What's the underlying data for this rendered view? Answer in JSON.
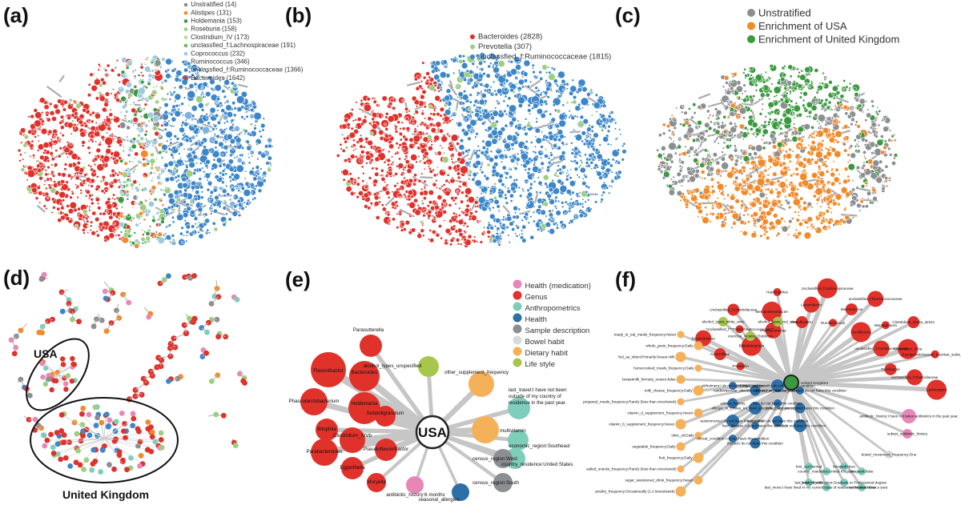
{
  "colors": {
    "red": "#e0312b",
    "blue": "#3d87c9",
    "gray": "#8c8f91",
    "green": "#3a9b3e",
    "lightgreen": "#9dcf7f",
    "orange": "#f28a2a",
    "teal": "#7fcdbb",
    "pink": "#e986b8",
    "lightgray": "#d9dadb",
    "peach": "#f5b15a",
    "olive": "#a6c64c",
    "darkblue": "#2f6fa8"
  },
  "panel_labels": [
    "(a)",
    "(b)",
    "(c)",
    "(d)",
    "(e)",
    "(f)"
  ],
  "panel_a": {
    "legend": [
      {
        "label": "Unstratified (14)",
        "color": "#8c8f91"
      },
      {
        "label": "Alistipes (131)",
        "color": "#f28a2a"
      },
      {
        "label": "Holdemania (153)",
        "color": "#3a9b3e"
      },
      {
        "label": "Roseburia (158)",
        "color": "#9dcf7f"
      },
      {
        "label": "Clostridium_IV (173)",
        "color": "#b3de9a"
      },
      {
        "label": "unclassfied_f:Lachnospiraceae (191)",
        "color": "#6cbb58"
      },
      {
        "label": "Coprococcus (232)",
        "color": "#9ecae1"
      },
      {
        "label": "Ruminococcus (346)",
        "color": "#7fb2de"
      },
      {
        "label": "unclassfied_f:Ruminococcaceae (1366)",
        "color": "#3d87c9"
      },
      {
        "label": "Bacteroides (1642)",
        "color": "#e0312b"
      }
    ]
  },
  "panel_b": {
    "legend": [
      {
        "label": "Bacteroides (2828)",
        "color": "#e0312b"
      },
      {
        "label": "Prevotella (307)",
        "color": "#9dcf7f"
      },
      {
        "label": "unclassfied_f:Ruminococcaceae (1815)",
        "color": "#3d87c9"
      }
    ]
  },
  "panel_c": {
    "legend": [
      {
        "label": "Unstratified",
        "color": "#8c8f91"
      },
      {
        "label": "Enrichment of USA",
        "color": "#f28a2a"
      },
      {
        "label": "Enrichment of United Kingdom",
        "color": "#3a9b3e"
      }
    ]
  },
  "panel_d": {
    "group_usa": "USA",
    "group_uk": "United Kingdom"
  },
  "panel_e": {
    "legend": [
      {
        "label": "Health (medication)",
        "color": "#e986b8"
      },
      {
        "label": "Genus",
        "color": "#e0312b"
      },
      {
        "label": "Anthropometrics",
        "color": "#7fcdbb"
      },
      {
        "label": "Health",
        "color": "#2f6fa8"
      },
      {
        "label": "Sample description",
        "color": "#8c8f91"
      },
      {
        "label": "Bowel habit",
        "color": "#d9dadb"
      },
      {
        "label": "Dietary habit",
        "color": "#f5b15a"
      },
      {
        "label": "Life style",
        "color": "#a6c64c"
      }
    ],
    "hub": "USA",
    "nodes": [
      {
        "label": "Parasutterella",
        "color": "#e0312b"
      },
      {
        "label": "Bacteroides",
        "color": "#e0312b"
      },
      {
        "label": "Flavonifractor",
        "color": "#e0312b"
      },
      {
        "label": "Holdemania",
        "color": "#e0312b"
      },
      {
        "label": "Phascolarctobacterium",
        "color": "#e0312b"
      },
      {
        "label": "Subdoligranulum",
        "color": "#e0312b"
      },
      {
        "label": "Bilophila",
        "color": "#e0312b"
      },
      {
        "label": "Clostridium_XIVb",
        "color": "#e0312b"
      },
      {
        "label": "Parabacteroides",
        "color": "#e0312b"
      },
      {
        "label": "Pseudoflavonifractor",
        "color": "#e0312b"
      },
      {
        "label": "Eggerthella",
        "color": "#e0312b"
      },
      {
        "label": "Moryella",
        "color": "#e0312b"
      },
      {
        "label": "alcohol_types_unspecified",
        "color": "#a6c64c"
      },
      {
        "label": "other_supplement_frequency",
        "color": "#f5b15a"
      },
      {
        "label": "multivitamin",
        "color": "#f5b15a"
      },
      {
        "label": "last_travel:I have not been outside of my country of residence in the past year.",
        "color": "#7fcdbb"
      },
      {
        "label": "economic_region:Southeast",
        "color": "#7fcdbb"
      },
      {
        "label": "country_residence:United States",
        "color": "#7fcdbb"
      },
      {
        "label": "census_region:West",
        "color": "#8c8f91"
      },
      {
        "label": "census_region:South",
        "color": "#8c8f91"
      },
      {
        "label": "seasonal_allergies",
        "color": "#2f6fa8"
      },
      {
        "label": "antibiotic_history:6 months",
        "color": "#e986b8"
      }
    ]
  },
  "panel_f": {
    "hub": "United Kingdom",
    "nodes": [
      {
        "label": "Prevotella",
        "color": "#e0312b"
      },
      {
        "label": "Anaerofilum",
        "color": "#e0312b"
      },
      {
        "label": "Butyricimonas",
        "color": "#e0312b"
      },
      {
        "label": "Bifidobacterium",
        "color": "#e0312b"
      },
      {
        "label": "\"unclassified_f:\"\"Peptostreptococcaceae\"\"",
        "color": "#e0312b"
      },
      {
        "label": "Unclassified_f:Clostridiaceae",
        "color": "#e0312b"
      },
      {
        "label": "Porphyromonas",
        "color": "#e0312b"
      },
      {
        "label": "Methanobrevibacter",
        "color": "#e0312b"
      },
      {
        "label": "Haemophilus",
        "color": "#e0312b"
      },
      {
        "label": "Desulfovibrio",
        "color": "#e0312b"
      },
      {
        "label": "Lactonifactor",
        "color": "#e0312b"
      },
      {
        "label": "Unclassified_f:Lachnospiraceae",
        "color": "#e0312b"
      },
      {
        "label": "Ruminococcus",
        "color": "#e0312b"
      },
      {
        "label": "Macrococcus",
        "color": "#e0312b"
      },
      {
        "label": "unclassified_f:Ruminococcaceae",
        "color": "#e0312b"
      },
      {
        "label": "Oscillibacter",
        "color": "#e0312b"
      },
      {
        "label": "Megasphaera",
        "color": "#e0312b"
      },
      {
        "label": "Clostridium_sensu_stricto",
        "color": "#e0312b"
      },
      {
        "label": "unclassified_f:Coriobacteriaceae",
        "color": "#e0312b"
      },
      {
        "label": "Clostridium_XIVa",
        "color": "#e0312b"
      },
      {
        "label": "Erysipelotrichaceae_incertae_sedis_XVI",
        "color": "#e0312b"
      },
      {
        "label": "Turicibacter",
        "color": "#e0312b"
      },
      {
        "label": "unclassified_f:Clostridiaceae",
        "color": "#e0312b"
      },
      {
        "label": "Lachnospira",
        "color": "#e0312b"
      },
      {
        "label": "alcohol_types_white_wine",
        "color": "#a6c64c"
      },
      {
        "label": "exercise_location:Outdoors",
        "color": "#a6c64c"
      },
      {
        "label": "alcohol_types_red_wine",
        "color": "#a6c64c"
      },
      {
        "label": "ready_to_eat_meals_frequency:Never",
        "color": "#f5b15a"
      },
      {
        "label": "whole_grain_frequency:Daily",
        "color": "#f5b15a"
      },
      {
        "label": "fed_as_infant:Primarily breast milk",
        "color": "#f5b15a"
      },
      {
        "label": "homecooked_meals_frequency:Daily",
        "color": "#f5b15a"
      },
      {
        "label": "breastmilk_formula_ensure:false",
        "color": "#f5b15a"
      },
      {
        "label": "milk_cheese_frequency:Daily",
        "color": "#f5b15a"
      },
      {
        "label": "prepared_meals_frequency:Rarely (less than once/week)",
        "color": "#f5b15a"
      },
      {
        "label": "vitamin_d_supplement_frequency:Never",
        "color": "#f5b15a"
      },
      {
        "label": "vitamin_b_supplement_frequency:Never",
        "color": "#f5b15a"
      },
      {
        "label": "olive_oil:Daily",
        "color": "#f5b15a"
      },
      {
        "label": "vegetable_frequency:Daily",
        "color": "#f5b15a"
      },
      {
        "label": "fruit_frequency:Daily",
        "color": "#f5b15a"
      },
      {
        "label": "salted_snacks_frequency:Rarely (less than once/week)",
        "color": "#f5b15a"
      },
      {
        "label": "sugar_sweetened_drink_frequency:Never",
        "color": "#f5b15a"
      },
      {
        "label": "poultry_frequency:Occasionally (1-2 times/week)",
        "color": "#f5b15a"
      },
      {
        "label": "alzheimers:I do not have this condition",
        "color": "#2f6fa8"
      },
      {
        "label": "cardiovascular_disease:I do not have this condition",
        "color": "#2f6fa8"
      },
      {
        "label": "fungal_overgrowth:I do not have this condition",
        "color": "#2f6fa8"
      },
      {
        "label": "epilepsy_or_seizure_disorder:I do not have this condition",
        "color": "#2f6fa8"
      },
      {
        "label": "subset_healthy",
        "color": "#2f6fa8"
      },
      {
        "label": "allergic_to_i_have_no_food_allergies_that_i_know_of",
        "color": "#2f6fa8"
      },
      {
        "label": "ibs:I do not have this condition",
        "color": "#2f6fa8"
      },
      {
        "label": "celiac_disease:I do not have this condition",
        "color": "#2f6fa8"
      },
      {
        "label": "autoimmune:I do not have this condition",
        "color": "#2f6fa8"
      },
      {
        "label": "liver_disease:I do not have this condition",
        "color": "#2f6fa8"
      },
      {
        "label": "add_adhd:I do not have this condition",
        "color": "#2f6fa8"
      },
      {
        "label": "sibo:I do not have this condition",
        "color": "#2f6fa8"
      },
      {
        "label": "clinical_condition:I do not have this condition",
        "color": "#2f6fa8"
      },
      {
        "label": "thyroid:I do not have this condition",
        "color": "#2f6fa8"
      },
      {
        "label": "antibiotic_history:I have not taken antibiotics in the past year.",
        "color": "#e986b8"
      },
      {
        "label": "subset_antibiotic_history",
        "color": "#e986b8"
      },
      {
        "label": "bowel_movement_frequency:One",
        "color": "#d9dadb"
      },
      {
        "label": "bmi_cat:Normal",
        "color": "#7fcdbb"
      },
      {
        "label": "country_residence:United Kingdom",
        "color": "#7fcdbb"
      },
      {
        "label": "livingwith:true",
        "color": "#7fcdbb"
      },
      {
        "label": "pregnant:false",
        "color": "#7fcdbb"
      },
      {
        "label": "last_travel:Month",
        "color": "#7fcdbb"
      },
      {
        "label": "last_move:I have lived in my current state of residence for more than a year.",
        "color": "#7fcdbb"
      },
      {
        "label": "level_of_education:Graduate or Professional degree",
        "color": "#7fcdbb"
      },
      {
        "label": "roommates:None",
        "color": "#7fcdbb"
      }
    ]
  }
}
